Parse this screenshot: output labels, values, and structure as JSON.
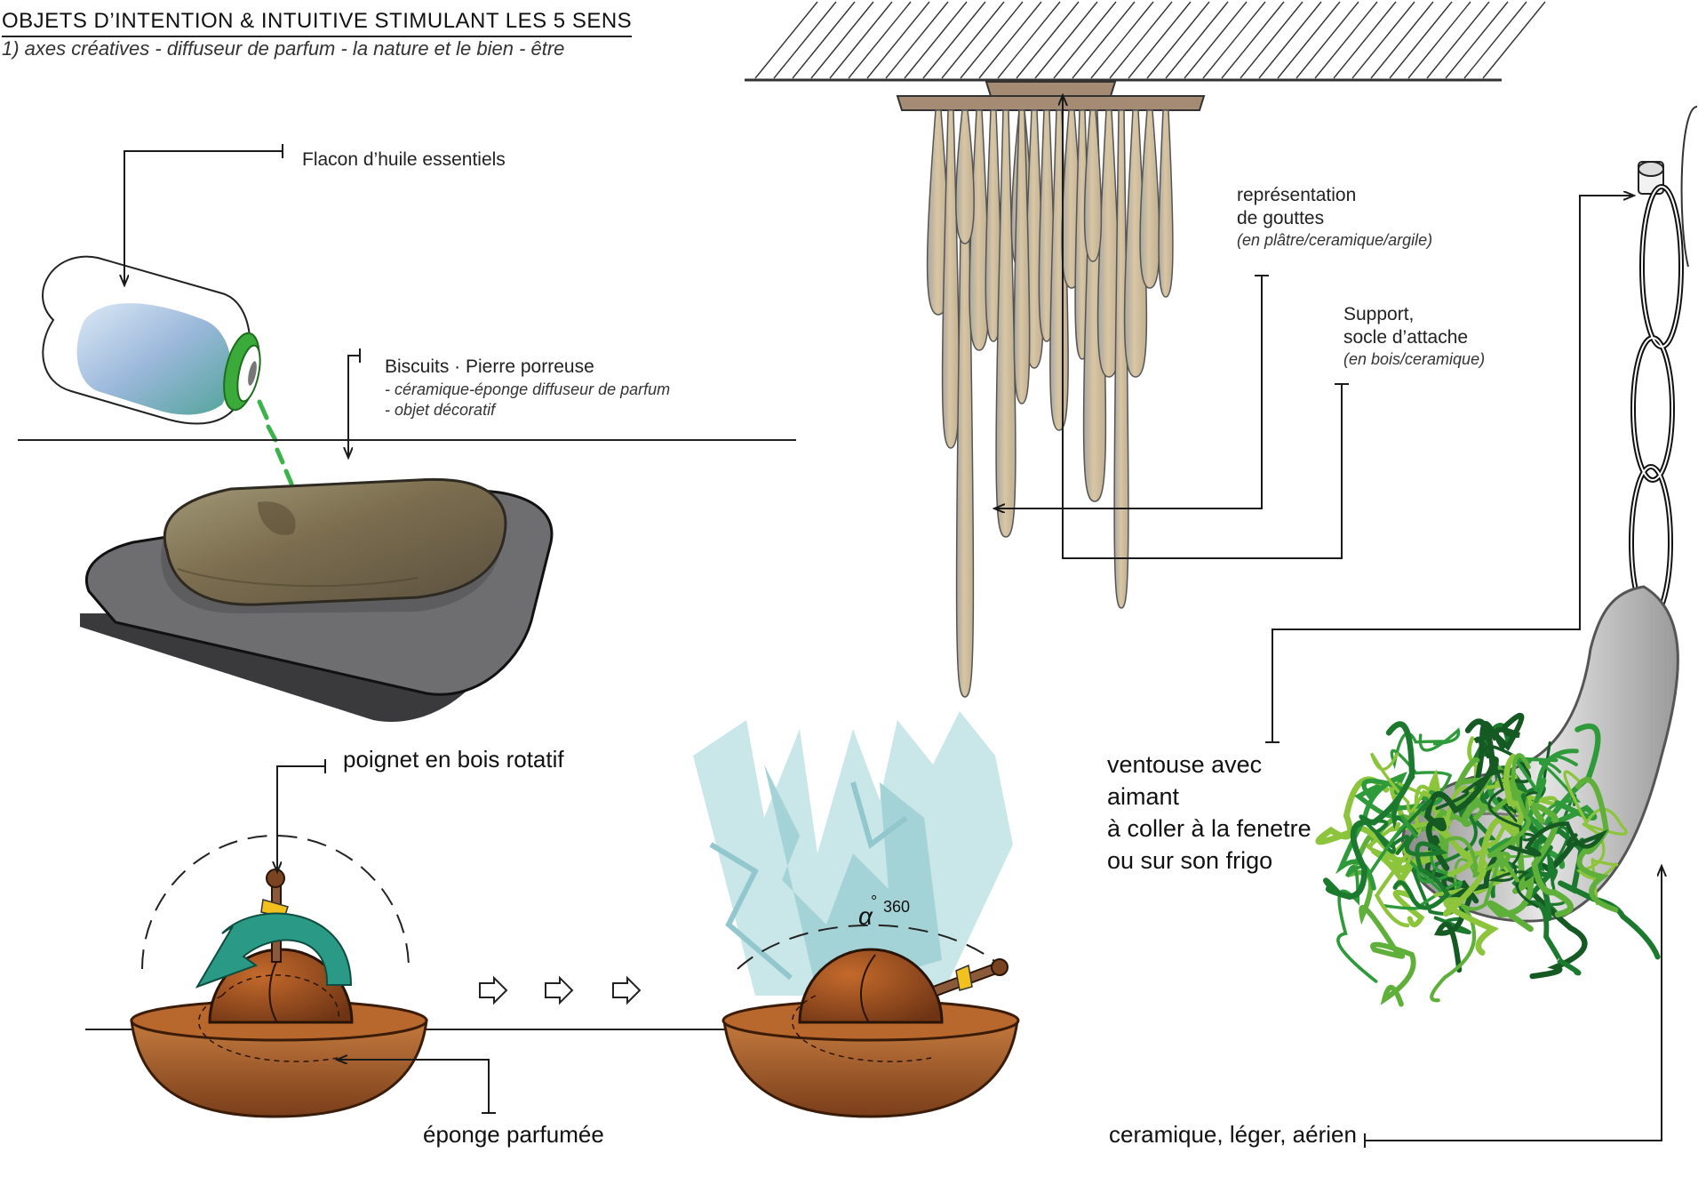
{
  "header": {
    "title": "OBJETS D’INTENTION & INTUITIVE STIMULANT LES 5 SENS",
    "subtitle": "1) axes créatives - diffuseur de parfum - la nature et le bien - être"
  },
  "flacon": {
    "label": "Flacon d’huile essentiels"
  },
  "biscuits": {
    "label": "Biscuits · Pierre porreuse",
    "note1": "- céramique-éponge diffuseur de parfum",
    "note2": "- objet décoratif"
  },
  "gouttes": {
    "line1": "représentation",
    "line2": "de gouttes",
    "note": "(en plâtre/ceramique/argile)"
  },
  "support": {
    "line1": "Support,",
    "line2": "socle d’attache",
    "note": "(en bois/ceramique)"
  },
  "poignet": {
    "label": "poignet en bois rotatif"
  },
  "eponge": {
    "label": "éponge parfumée"
  },
  "angle": {
    "symbol": "α",
    "degree": "°",
    "value": "360"
  },
  "ventouse": {
    "line1": "ventouse avec",
    "line2": "aimant",
    "line3": " à coller à la fenetre",
    "line4": "ou sur son frigo"
  },
  "ceramique": {
    "label": "ceramique, léger, aérien"
  },
  "colors": {
    "ink": "#1a1a1a",
    "stone": "#7a6b4f",
    "tray": "#6e6e70",
    "drops": "#c9b99b",
    "bowl": "#9a5628",
    "aroma": "#8fc9cf",
    "arrow_teal": "#2a9a86",
    "green_dark": "#1c7a2e",
    "green_light": "#8cc43c"
  }
}
